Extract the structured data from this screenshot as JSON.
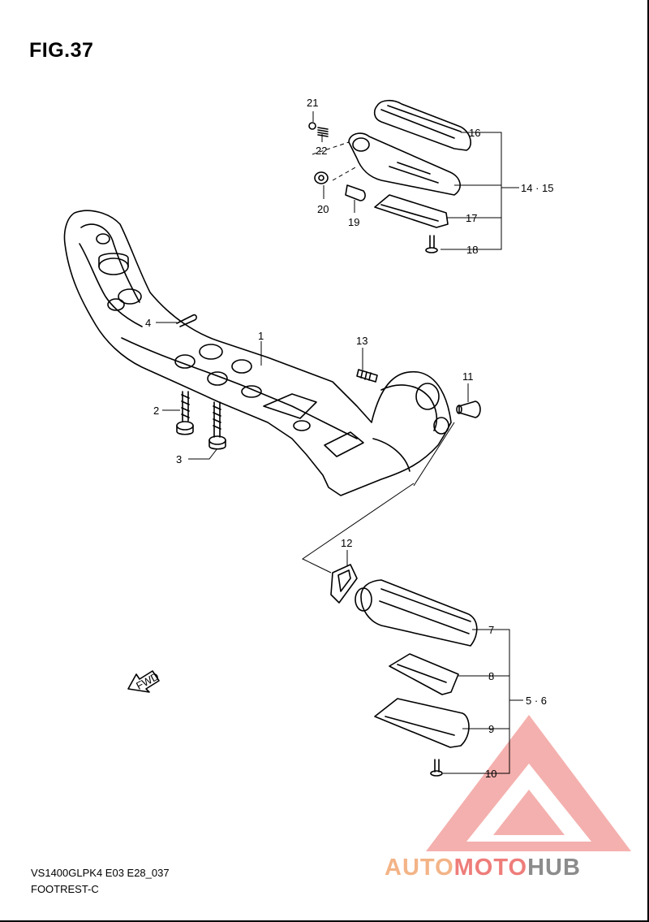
{
  "figure": {
    "title": "FIG.37",
    "model_code": "VS1400GLPK4 E03 E28_037",
    "name": "FOOTREST-C"
  },
  "callouts": [
    "1",
    "2",
    "3",
    "4",
    "5 · 6",
    "7",
    "8",
    "9",
    "10",
    "11",
    "12",
    "13",
    "14 · 15",
    "16",
    "17",
    "18",
    "19",
    "20",
    "21",
    "22"
  ],
  "fwd_label": "FWD",
  "watermark": {
    "part1": "AUTO",
    "part2": "MOTO",
    "part3": "HUB",
    "colors": {
      "red": "#ee7d7a",
      "orange": "#f3b487",
      "gray": "#8c8c8c"
    }
  }
}
